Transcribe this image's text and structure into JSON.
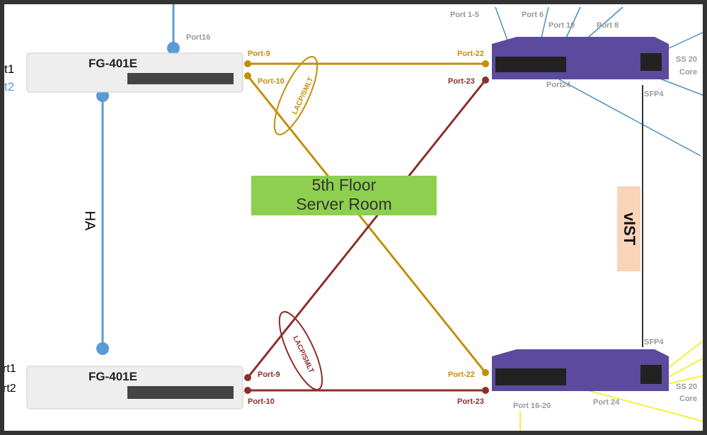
{
  "firewalls": [
    {
      "model": "FG-401E",
      "port_left_a": "t1",
      "port_left_b": "t2",
      "uplink_port": "Port16"
    },
    {
      "model": "FG-401E",
      "port_left_a": "rt1",
      "port_left_b": "rt2"
    }
  ],
  "ha_label": "HA",
  "room_label": {
    "line1": "5th Floor",
    "line2": "Server Room"
  },
  "vist_label": "vIST",
  "lag_label": "LACP/SMLT",
  "top_links": {
    "fw_port_a": "Port-9",
    "fw_port_b": "Port-10",
    "sw_port_a": "Port-22",
    "sw_port_b": "Port-23"
  },
  "bottom_links": {
    "fw_port_a": "Port-9",
    "fw_port_b": "Port-10",
    "sw_port_a": "Port-22",
    "sw_port_b": "Port-23"
  },
  "top_switch": {
    "ports": [
      "Port 1-5",
      "Port 6",
      "Port 10",
      "Port 8",
      "Port24"
    ],
    "sfp": "SFP4",
    "core": "SS 20",
    "core2": "Core"
  },
  "bottom_switch": {
    "ports": [
      "Port 16-20",
      "Port 24"
    ],
    "sfp": "SFP4",
    "core": "SS 20",
    "core2": "Core"
  },
  "colors": {
    "gold": "#c38f0b",
    "red": "#8c2f2a",
    "blue": "#5b9bd5",
    "yellow": "#f5f03a",
    "switch": "#5b4a9e",
    "room": "#8dcf4f",
    "vist": "#f9d4b9"
  }
}
